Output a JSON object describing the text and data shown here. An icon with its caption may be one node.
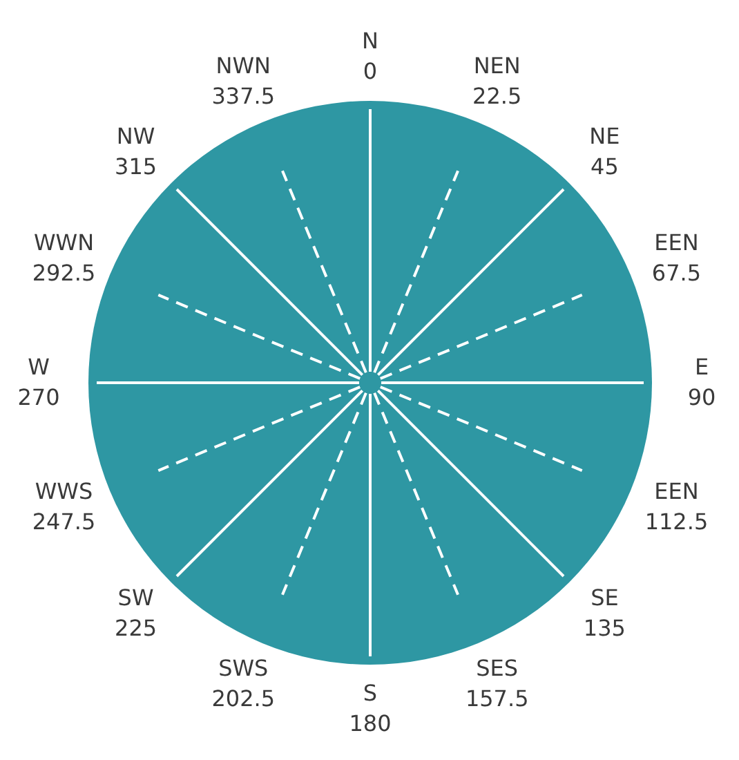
{
  "diagram": {
    "labels": [
      "N",
      "0",
      "NEN",
      "22.5",
      "NE",
      "45",
      "EEN",
      "67.5",
      "E",
      "90",
      "EEN",
      "112.5",
      "SE",
      "135",
      "SES",
      "157.5",
      "S",
      "180",
      "SWS",
      "202.5",
      "SW",
      "225",
      "WWS",
      "247.5",
      "W",
      "270",
      "WWN",
      "292.5",
      "NW",
      "315",
      "NWN",
      "337.5"
    ]
  }
}
